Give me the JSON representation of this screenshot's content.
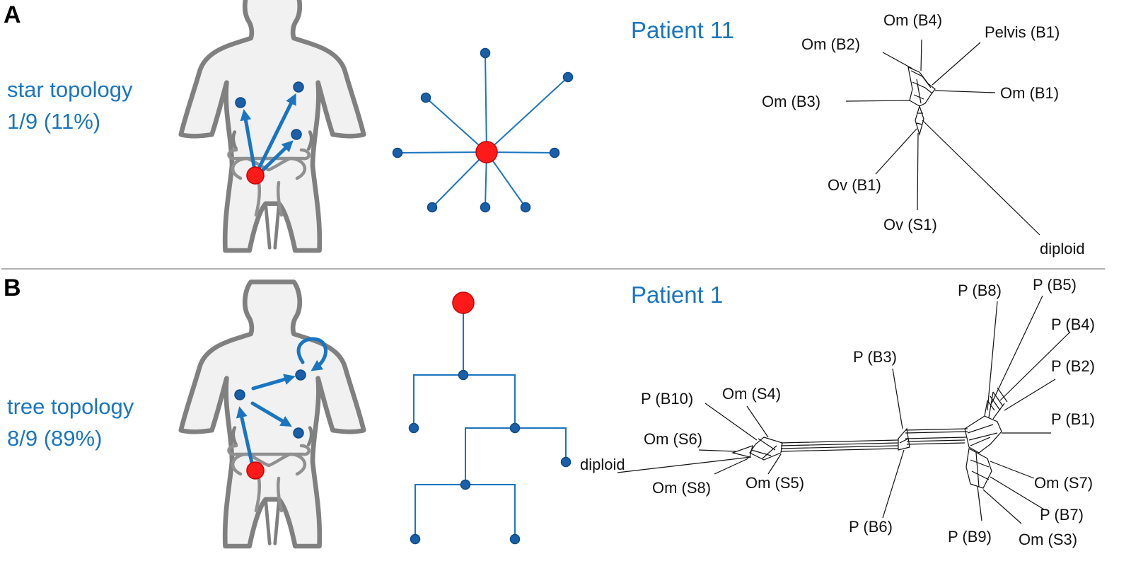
{
  "panels": [
    {
      "letter": "A",
      "topology_name": "star topology",
      "topology_stat": "1/9 (11%)",
      "patient": "Patient 11",
      "labels": [
        "Om (B4)",
        "Om (B2)",
        "Pelvis (B1)",
        "Om (B3)",
        "Om (B1)",
        "Ov (B1)",
        "Ov (S1)",
        "diploid"
      ]
    },
    {
      "letter": "B",
      "topology_name": "tree topology",
      "topology_stat": "8/9 (89%)",
      "patient": "Patient 1",
      "labels": [
        "P (B8)",
        "P (B5)",
        "P (B4)",
        "P (B3)",
        "P (B2)",
        "P (B10)",
        "Om (S4)",
        "P (B1)",
        "Om (S6)",
        "diploid",
        "Om (S7)",
        "Om (S8)",
        "Om (S5)",
        "P (B7)",
        "P (B6)",
        "P (B9)",
        "Om (S3)"
      ]
    }
  ],
  "colors": {
    "accent_blue": "#1a75c0",
    "node_blue": "#1a5fa8",
    "primary_red": "#ff1a1a",
    "body_gray": "#808080",
    "body_fill": "#f1f1f1"
  },
  "icons": [
    "body-silhouette-icon",
    "uterus-icon",
    "spread-arrow-icon",
    "self-loop-arrow-icon"
  ]
}
